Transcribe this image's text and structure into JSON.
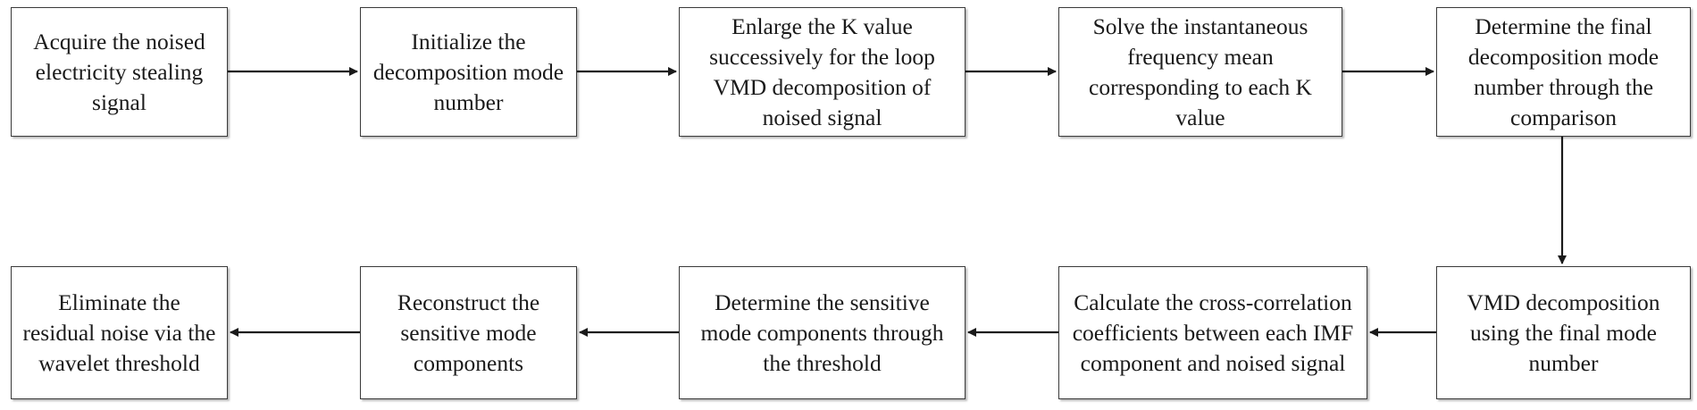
{
  "diagram": {
    "steps": [
      "Acquire the noised electricity stealing signal",
      "Initialize the decomposition mode number",
      "Enlarge the K value successively for the loop VMD decomposition of noised signal",
      "Solve the instantaneous frequency mean corresponding to each K value",
      "Determine the final decomposition mode number through the comparison",
      "VMD decomposition using the final mode number",
      "Calculate the cross-correlation coefficients between each IMF component and noised signal",
      "Determine the sensitive mode components through the threshold",
      "Reconstruct the sensitive mode components",
      "Eliminate the residual noise via the wavelet threshold"
    ],
    "colors": {
      "border": "#3a3a3a",
      "text": "#1a1a1a",
      "arrow": "#1a1a1a"
    }
  }
}
